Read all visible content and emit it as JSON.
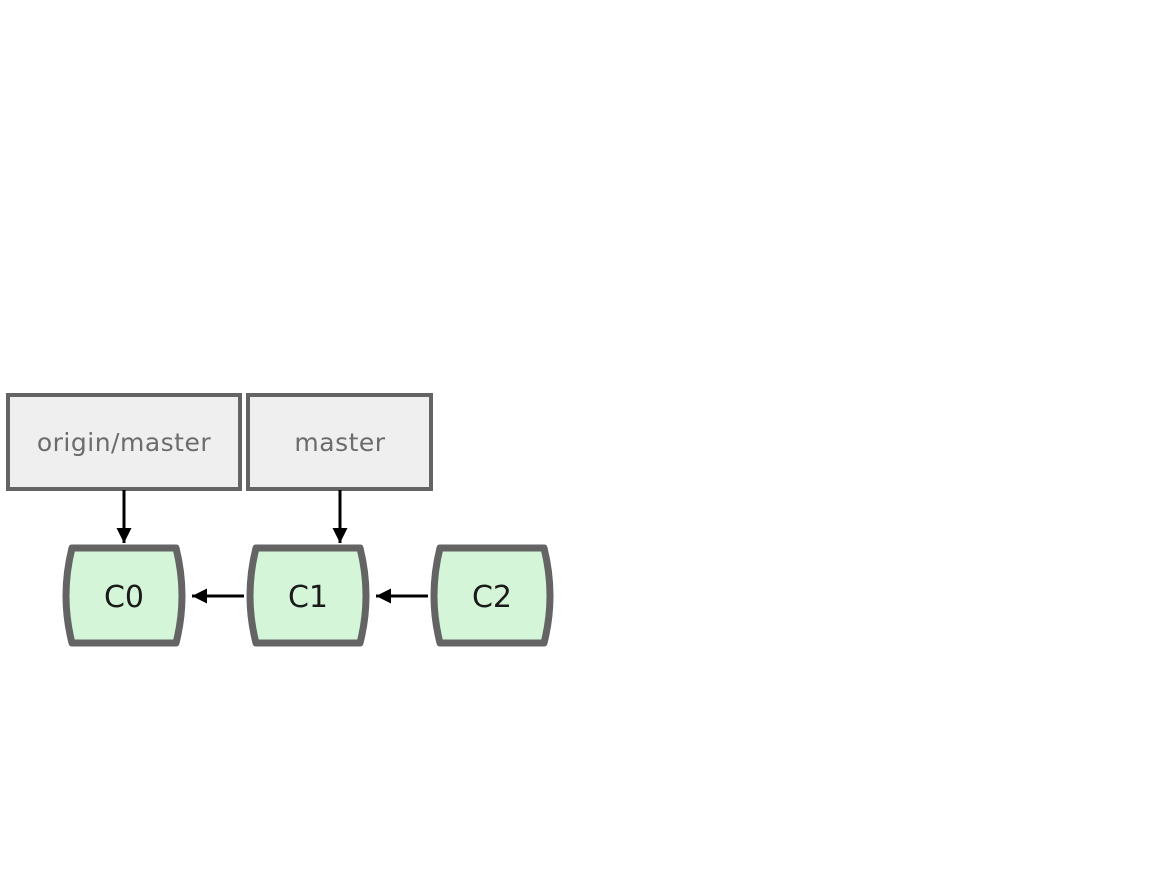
{
  "branches": {
    "origin_master": "origin/master",
    "master": "master"
  },
  "commits": {
    "c0": "C0",
    "c1": "C1",
    "c2": "C2"
  },
  "colors": {
    "branch_fill": "#efefef",
    "commit_fill": "#d5f5d8",
    "border": "#646464",
    "branch_text": "#6c6c6c",
    "commit_text": "#1a1a1a",
    "arrow": "#000000"
  }
}
